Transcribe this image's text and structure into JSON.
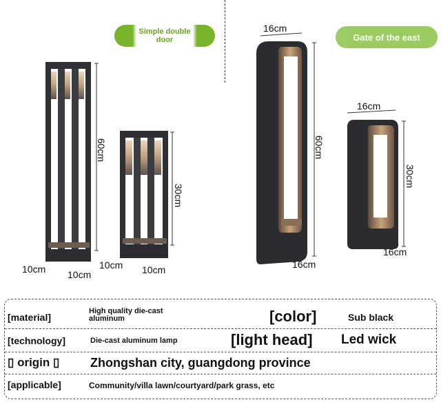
{
  "badges": {
    "left": "Simple double door",
    "right": "Gate of the east"
  },
  "dimensions": {
    "tall_square_height": "60cm",
    "tall_square_width_left": "10cm",
    "tall_square_width_bottom": "10cm",
    "short_square_height": "30cm",
    "short_square_width_left": "10cm",
    "short_square_width_bottom": "10cm",
    "tall_arch_top": "16cm",
    "tall_arch_height": "60cm",
    "tall_arch_bottom": "16cm",
    "short_arch_top": "16cm",
    "short_arch_height": "30cm",
    "short_arch_bottom": "16cm"
  },
  "specs": {
    "material_label": "[material]",
    "material_value": "High quality die-cast aluminum",
    "color_label": "[color]",
    "color_value": "Sub black",
    "technology_label": "[technology]",
    "technology_value": "Die-cast aluminum lamp",
    "light_head_label": "[light head]",
    "light_head_value": "Led wick",
    "origin_label": "▯ origin ▯",
    "origin_value": "Zhongshan city, guangdong province",
    "applicable_label": "[applicable]",
    "applicable_value": "Community/villa lawn/courtyard/park grass, etc"
  },
  "colors": {
    "accent_green": "#79b52a",
    "lamp_body": "#2e3033",
    "lamp_glow": "#c9a27a"
  }
}
